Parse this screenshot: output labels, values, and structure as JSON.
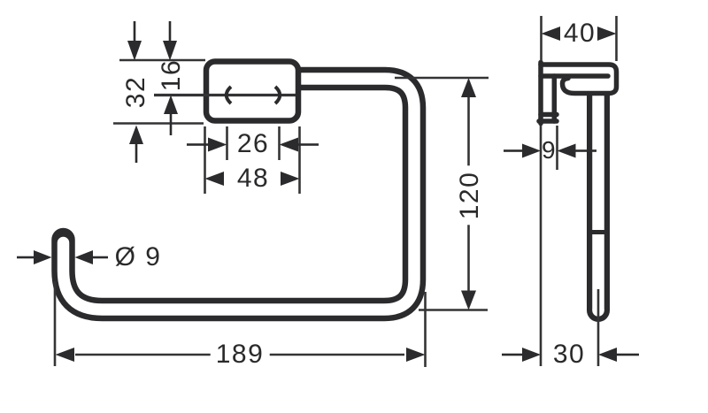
{
  "drawing": {
    "colors": {
      "background": "#ffffff",
      "line": "#2b2b2d",
      "thin_line": "#343436"
    },
    "front_view": {
      "dimensions": {
        "plate_height": "32",
        "edge_to_hole_axis": "16",
        "hole_spacing": "26",
        "plate_width": "48",
        "tube_diameter": "Ø 9",
        "overall_width": "189",
        "overall_height": "120"
      }
    },
    "side_view": {
      "dimensions": {
        "overall_depth": "40",
        "plate_depth": "9",
        "wall_to_tube_axis": "30"
      }
    }
  }
}
